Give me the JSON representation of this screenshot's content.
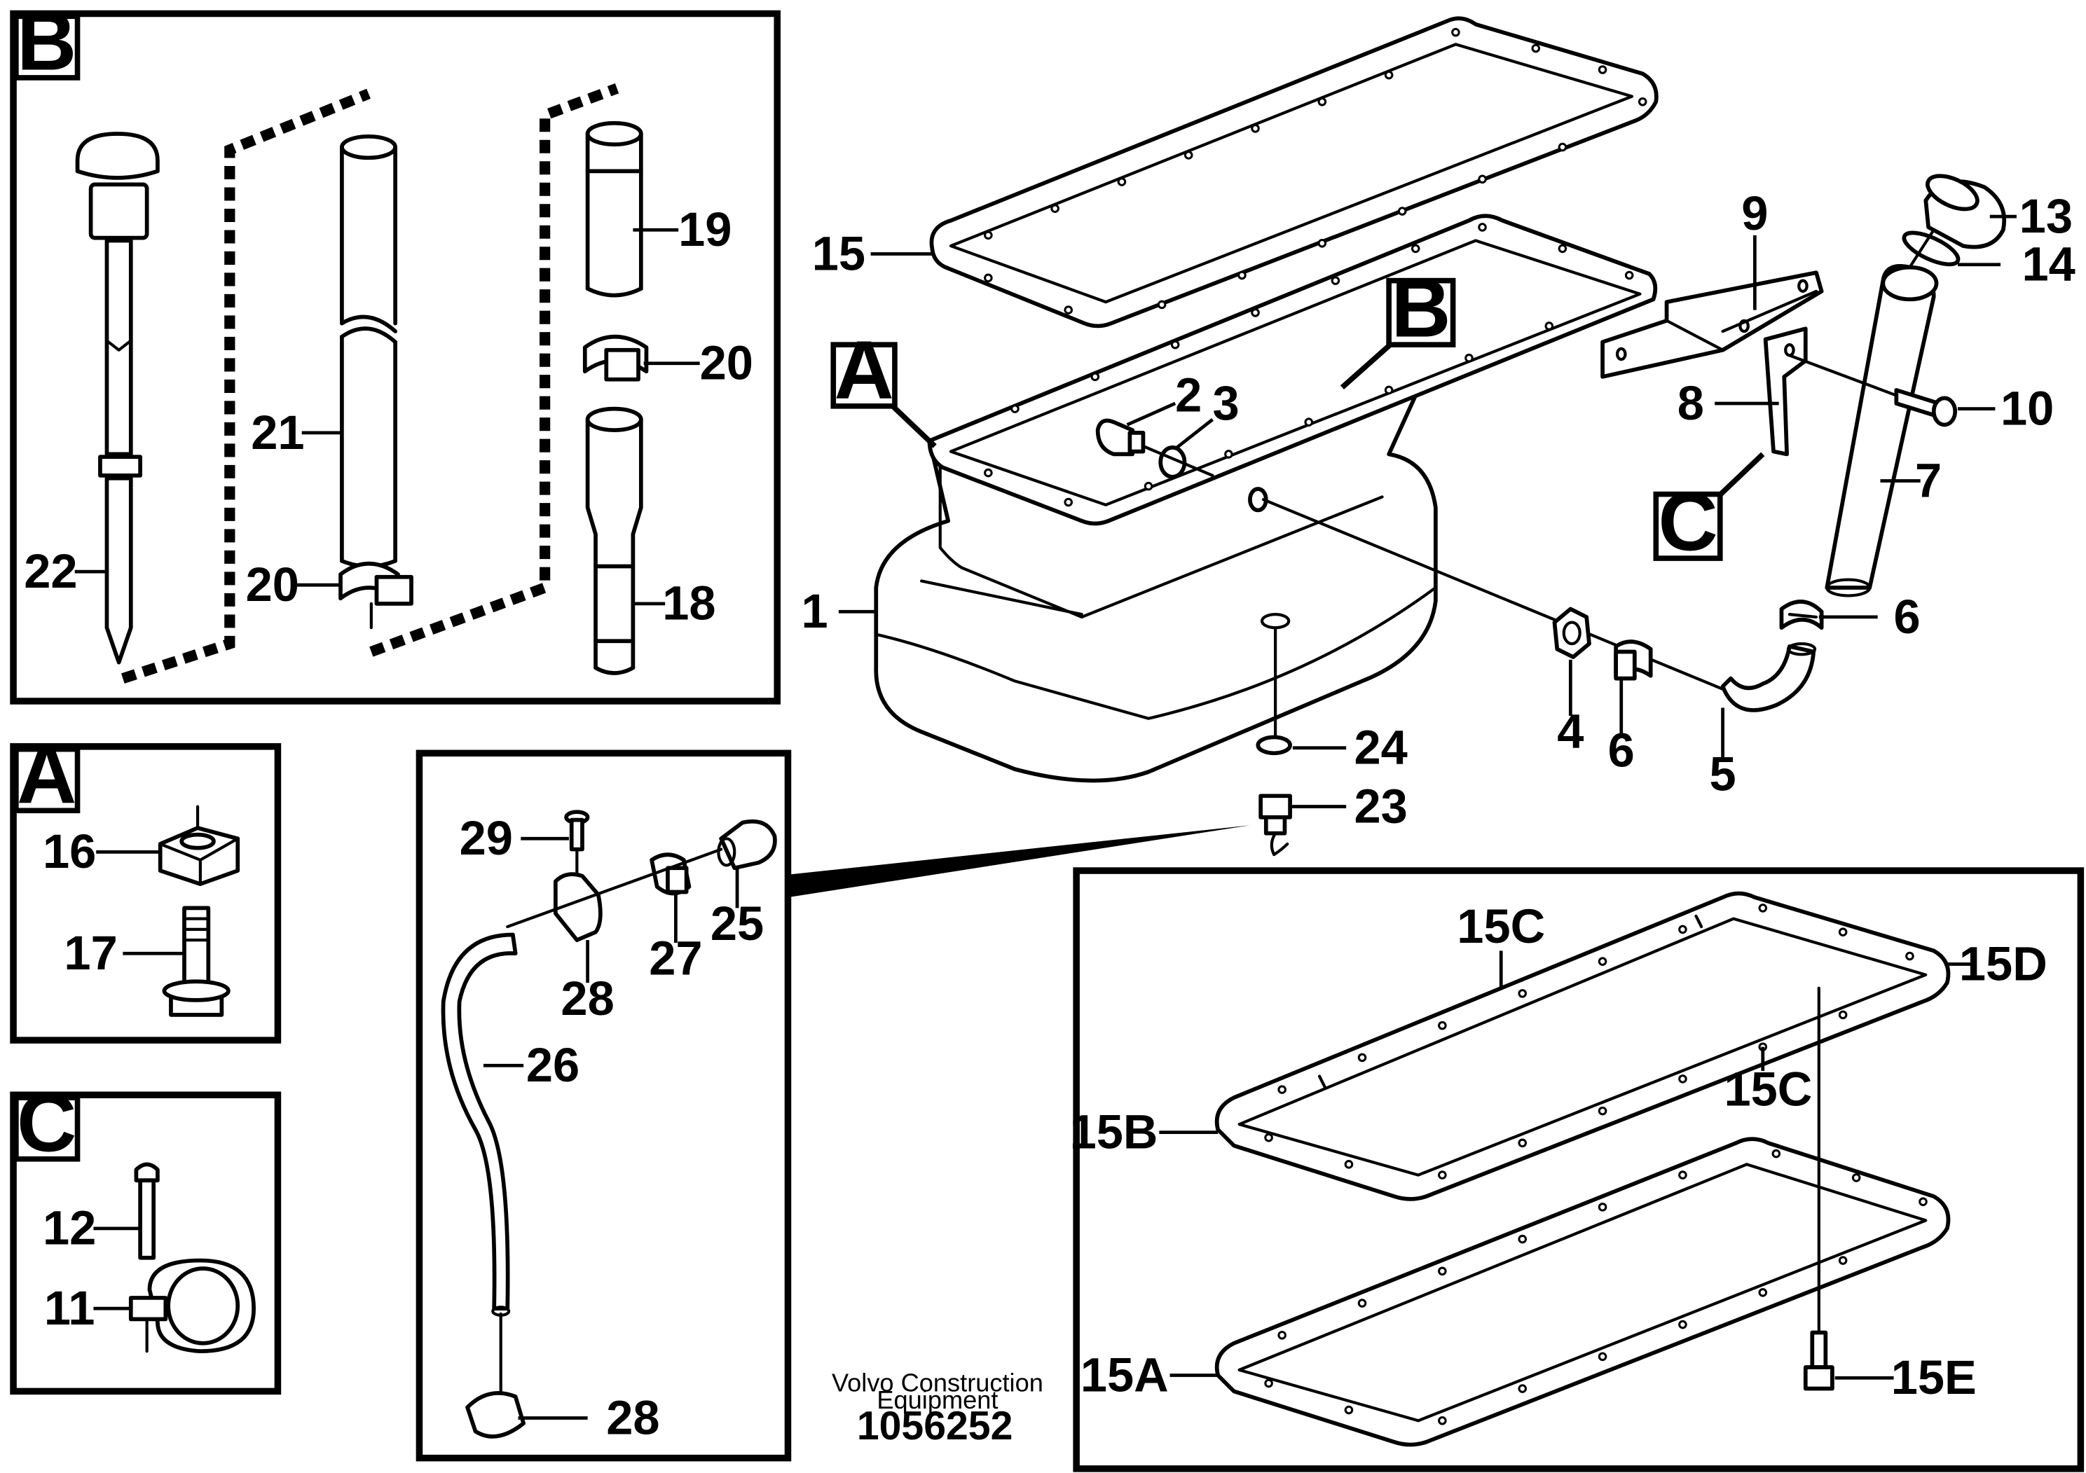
{
  "footer": {
    "company_line1": "Volvo Construction",
    "company_line2": "Equipment",
    "drawing_number": "1056252"
  },
  "insets": {
    "b": "B",
    "a": "A",
    "c": "C"
  },
  "callouts": {
    "a": "A",
    "b": "B",
    "c": "C"
  },
  "parts": {
    "p1": "1",
    "p2": "2",
    "p3": "3",
    "p4": "4",
    "p5": "5",
    "p6a": "6",
    "p6b": "6",
    "p7": "7",
    "p8": "8",
    "p9": "9",
    "p10": "10",
    "p11": "11",
    "p12": "12",
    "p13": "13",
    "p14": "14",
    "p15": "15",
    "p15a": "15A",
    "p15b": "15B",
    "p15c1": "15C",
    "p15c2": "15C",
    "p15d": "15D",
    "p15e": "15E",
    "p16": "16",
    "p17": "17",
    "p18": "18",
    "p19": "19",
    "p20a": "20",
    "p20b": "20",
    "p21": "21",
    "p22": "22",
    "p23": "23",
    "p24": "24",
    "p25": "25",
    "p26": "26",
    "p27": "27",
    "p28a": "28",
    "p28b": "28",
    "p29": "29"
  }
}
